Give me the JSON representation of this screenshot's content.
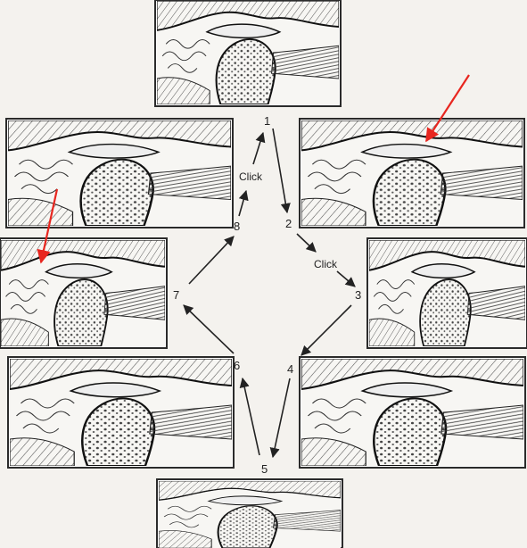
{
  "diagram": {
    "step_labels": [
      "1",
      "2",
      "3",
      "4",
      "5",
      "6",
      "7",
      "8"
    ],
    "click_label_top": "Click",
    "click_label_right": "Click",
    "accent_color": "#e8261f",
    "panel_border_color": "#2b2b2b",
    "ink_color": "#222222",
    "page_tone": "#f4f2ee"
  }
}
